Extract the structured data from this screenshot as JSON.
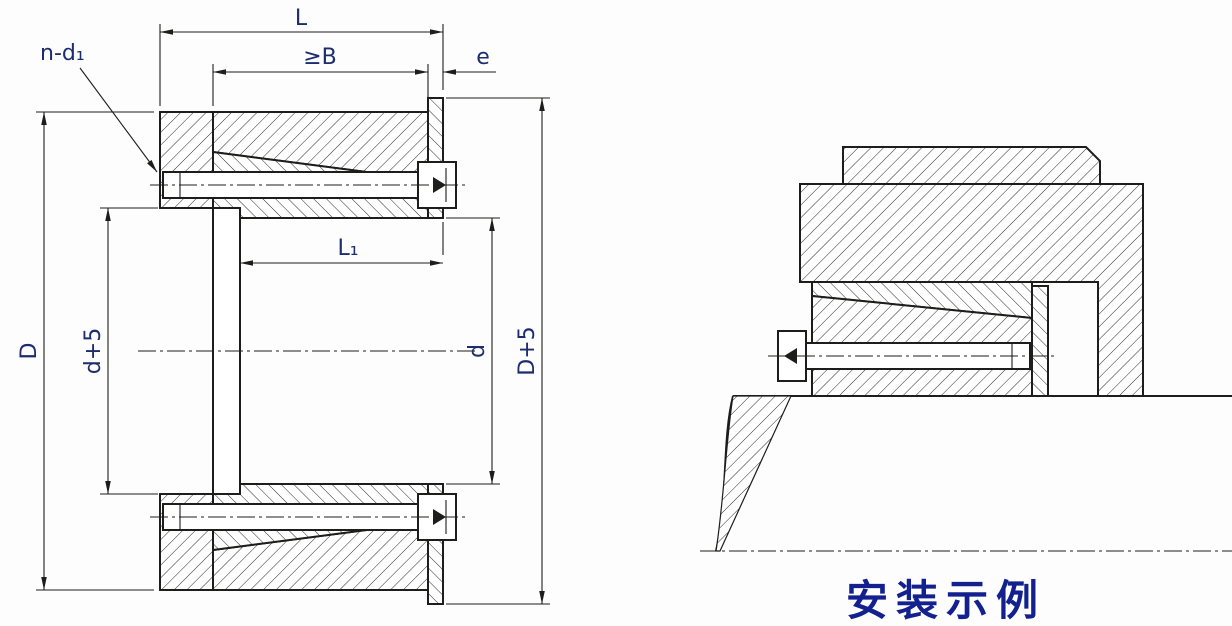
{
  "drawing": {
    "caption": "安装示例",
    "labels": {
      "L": "L",
      "B": "≥B",
      "e": "e",
      "n_d1": "n-d₁",
      "D": "D",
      "d_plus_5": "d+5",
      "L1": "L₁",
      "d": "d",
      "D_plus_5": "D+5"
    },
    "colors": {
      "line": "#1d1d1b",
      "dimension_text": "#1c2c6e",
      "caption_text": "#13218f",
      "background": "#fdfdfd"
    }
  }
}
